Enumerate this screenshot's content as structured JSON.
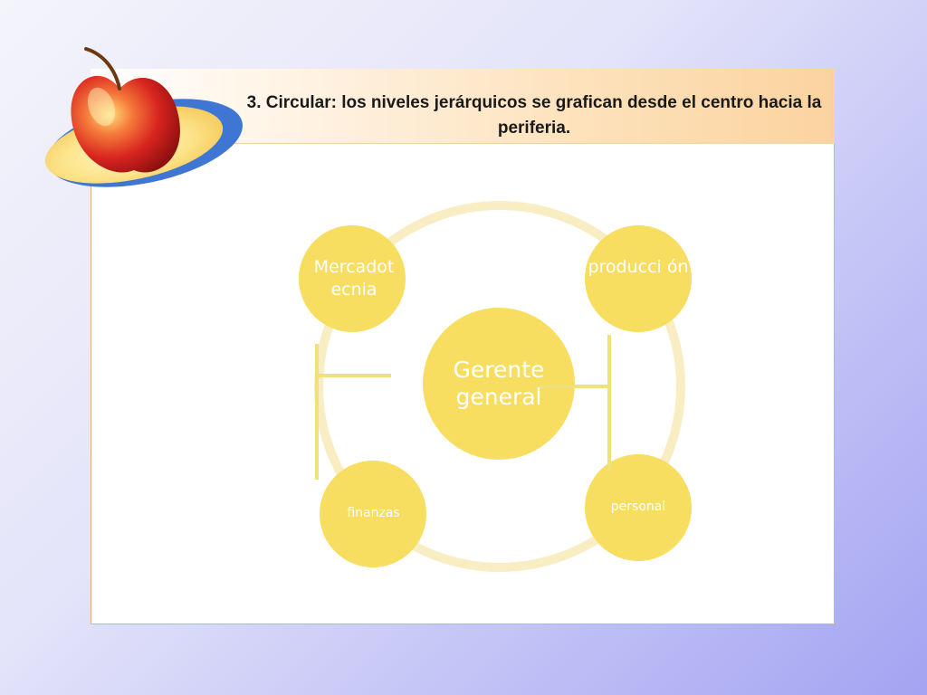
{
  "title": "3. Circular: los niveles jerárquicos se grafican desde el centro hacia la periferia.",
  "diagram": {
    "center": "Gerente general",
    "top_left": "Mercadot ecnia",
    "top_right": "producci ón",
    "bottom_left": "finanzas",
    "bottom_right": "personal"
  },
  "colors": {
    "node": "#f7de60",
    "ring": "#f9edc4",
    "connector": "#efe27a",
    "title_bar": "#fbd39f",
    "panel_border": "#e0b27a"
  },
  "icons": {
    "decoration": "apple-icon"
  }
}
